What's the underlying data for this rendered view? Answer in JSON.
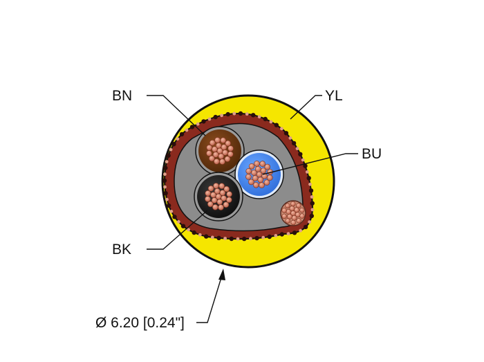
{
  "labels": {
    "brown": "BN",
    "yellow": "YL",
    "blue": "BU",
    "black": "BK",
    "diameter": "Ø 6.20 [0.24\"]"
  },
  "colors": {
    "jacket": "#f5e600",
    "jacket_outline": "#111111",
    "shield_braid": "#8a2a1e",
    "inner_sheath": "#8c8c8c",
    "brown_core": "#6a3a12",
    "blue_core": "#3e86f0",
    "black_core": "#1a1a1a",
    "copper": "#d9876e",
    "leader_line": "#111111"
  },
  "icons": {
    "dimension_arrow": "arrowhead"
  }
}
